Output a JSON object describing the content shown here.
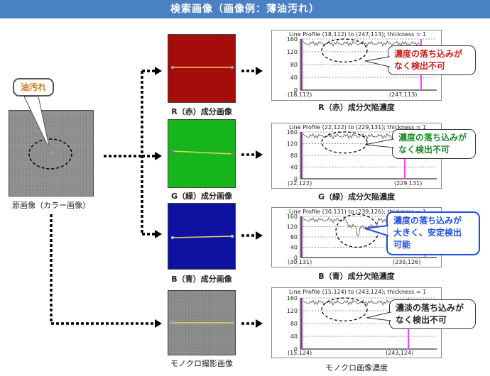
{
  "title": "検索画像（画像例：薄油汚れ）",
  "original": {
    "callout": "油汚れ",
    "caption": "原画像（カラー画像）"
  },
  "rows": [
    {
      "key": "r",
      "caption": "R（赤）成分画像",
      "image_color": "#a50d0b",
      "profile_title": "Line Profile (18,112) to (247,113); thickness = 1",
      "start_label": "(18,112)",
      "end_label": "(247,113)",
      "yticks": [
        "160",
        "120",
        "80",
        "40",
        "0"
      ],
      "profile_caption": "R（赤）成分欠陥濃度",
      "callout": [
        "濃度の落ち込みが",
        "なく検出不可"
      ],
      "callout_color": "#d0201a"
    },
    {
      "key": "g",
      "caption": "G（緑）成分画像",
      "image_color": "#17b51c",
      "profile_title": "Line Profile (22,122) to (229,131); thickness = 1",
      "start_label": "(22,122)",
      "end_label": "(229,131)",
      "yticks": [
        "160",
        "120",
        "80",
        "40",
        "0"
      ],
      "profile_caption": "G（緑）成分欠陥濃度",
      "callout": [
        "濃度の落ち込みが",
        "なく検出不可"
      ],
      "callout_color": "#1a8a2a"
    },
    {
      "key": "b",
      "caption": "B（青）成分画像",
      "image_color": "#0f12a0",
      "profile_title": "Line Profile (30,131) to (239,126); thickness = 1",
      "start_label": "(30,131)",
      "end_label": "(239,126)",
      "yticks": [
        "160",
        "120",
        "80",
        "40",
        "0"
      ],
      "profile_caption": "B（青）成分欠陥濃度",
      "callout": [
        "濃度の落ち込みが",
        "大きく、安定検出",
        "可能"
      ],
      "callout_color": "#1f4fe0"
    },
    {
      "key": "mono",
      "caption": "モノクロ撮影画像",
      "image_color": "#8a8a8a",
      "profile_title": "Line Profile (15,124) to (243,124); thickness = 1",
      "start_label": "(15,124)",
      "end_label": "(243,124)",
      "yticks": [
        "160",
        "120",
        "80",
        "40",
        "0"
      ],
      "profile_caption": "モノクロ画像濃度",
      "callout": [
        "濃淡の落ち込みが",
        "なく検出不可"
      ],
      "callout_color": "#222222"
    }
  ]
}
